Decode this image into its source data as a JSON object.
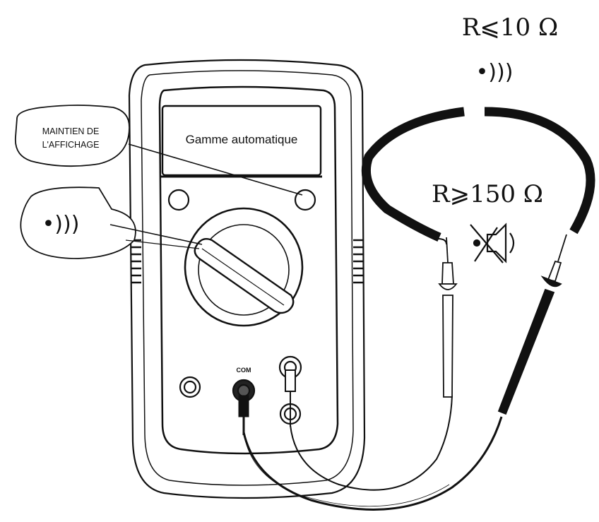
{
  "display": {
    "lcd_text": "Gamme automatique"
  },
  "callouts": {
    "hold": {
      "line1": "MAINTIEN DE",
      "line2": "L'AFFICHAGE"
    },
    "continuity_symbol": "•)))"
  },
  "port": {
    "label": "COM"
  },
  "conditions": {
    "closed": {
      "resistance": "R⩽10 Ω",
      "symbol": "•)))"
    },
    "open": {
      "resistance": "R⩾150 Ω",
      "symbol": "muted-speaker-icon"
    }
  },
  "colors": {
    "ink": "#111111",
    "background": "#ffffff"
  }
}
